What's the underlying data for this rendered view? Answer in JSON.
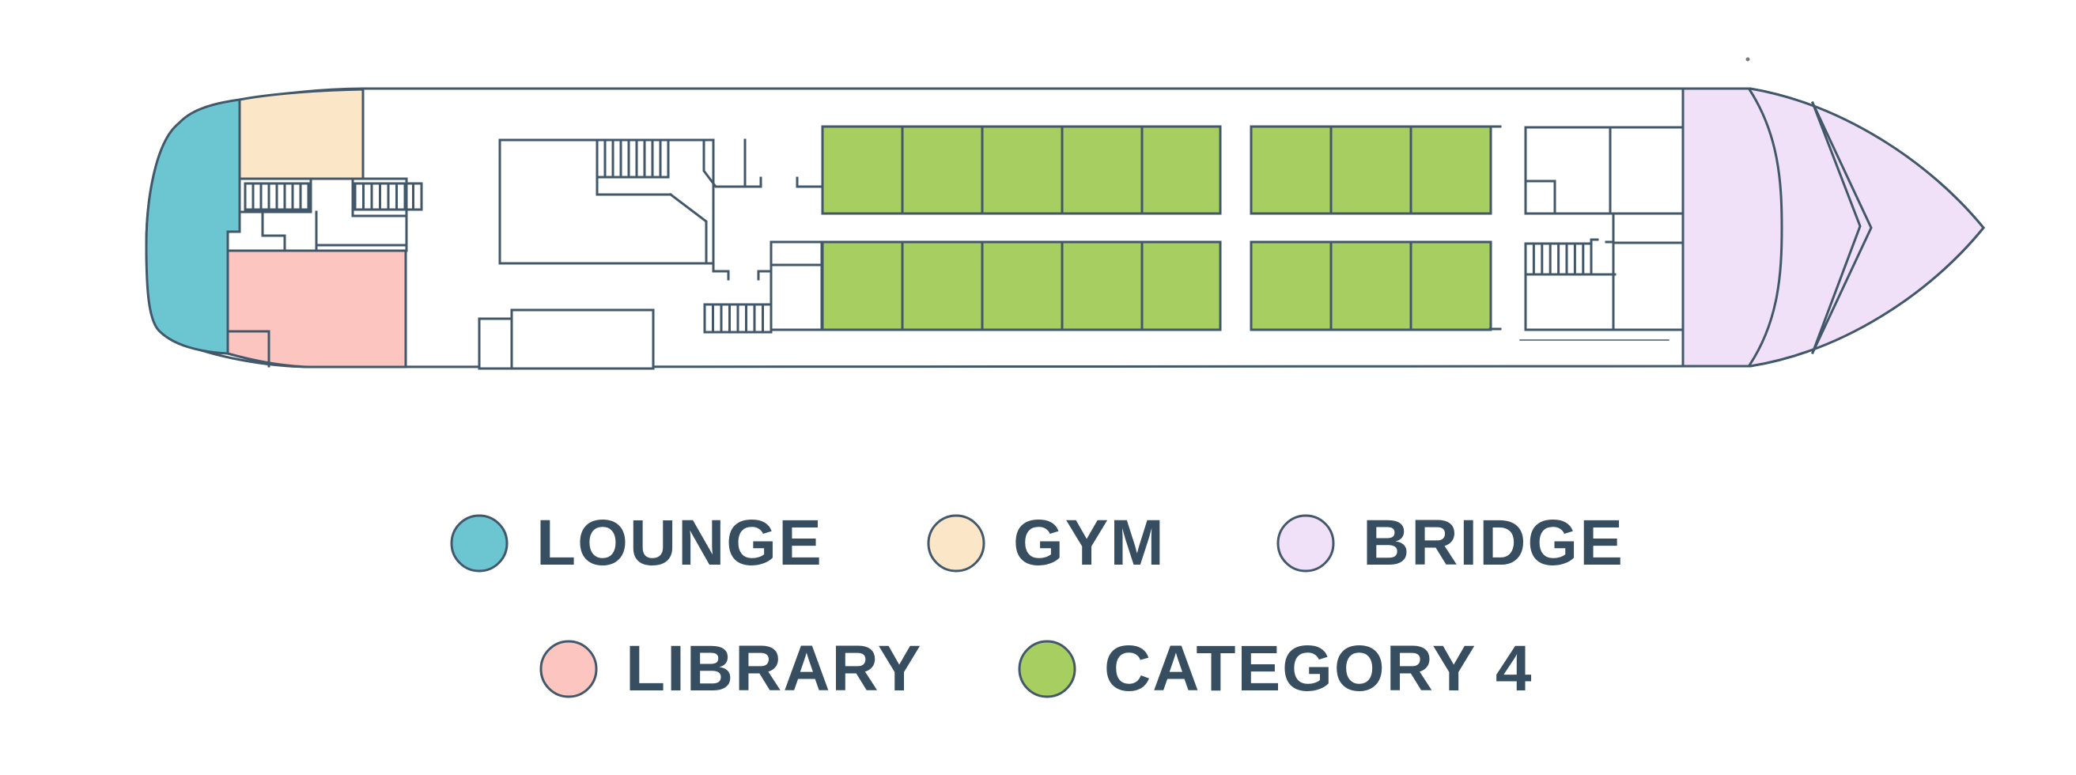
{
  "page": {
    "type": "ship-deck-plan-with-legend"
  },
  "colors": {
    "lounge": "#6CC6D1",
    "gym": "#FCE6C8",
    "library": "#FCC5BF",
    "bridge": "#F0E1F8",
    "category4": "#A7CE60",
    "outline": "#42586A",
    "text": "#374E60",
    "hull_fill": "#FFFFFF"
  },
  "legend": {
    "items": [
      {
        "label": "LOUNGE",
        "color": "#6CC6D1"
      },
      {
        "label": "GYM",
        "color": "#FCE6C8"
      },
      {
        "label": "BRIDGE",
        "color": "#F0E1F8"
      },
      {
        "label": "LIBRARY",
        "color": "#FCC5BF"
      },
      {
        "label": "CATEGORY 4",
        "color": "#A7CE60"
      }
    ]
  },
  "deck": {
    "cabin_category_label": "CATEGORY 4",
    "cabin_rows": 2,
    "cabins_per_row": 8,
    "stairways": 5
  }
}
